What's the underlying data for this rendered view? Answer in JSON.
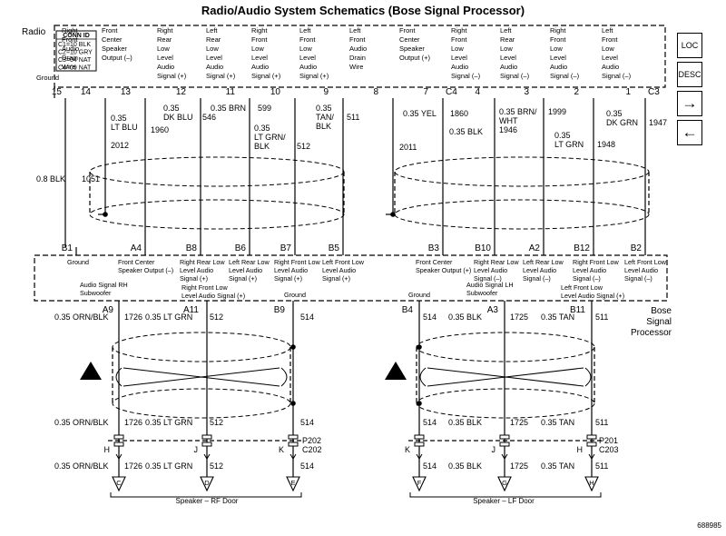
{
  "title": "Radio/Audio System Schematics (Bose Signal Processor)",
  "radio_label": "Radio",
  "conn_id": {
    "header": "CONN ID",
    "rows": [
      "C1=10 BLK",
      "C2=10 GRY",
      "C3=04 NAT",
      "C4=09 NAT"
    ]
  },
  "nav_buttons": [
    {
      "id": "loc",
      "label": "LOC"
    },
    {
      "id": "desc",
      "label": "DESC"
    },
    {
      "id": "next",
      "label": "→"
    },
    {
      "id": "prev",
      "label": "←"
    }
  ],
  "radio_pins": [
    {
      "num": "15",
      "desc": [
        "Ground"
      ]
    },
    {
      "num": "14",
      "desc": [
        "Right",
        "Front",
        "Audio",
        "Drain",
        "Wire"
      ]
    },
    {
      "num": "13",
      "desc": [
        "Front",
        "Center",
        "Speaker",
        "Output (–)"
      ]
    },
    {
      "num": "12",
      "desc": [
        "Right",
        "Rear",
        "Low",
        "Level",
        "Audio",
        "Signal (+)"
      ]
    },
    {
      "num": "11",
      "desc": [
        "Left",
        "Rear",
        "Low",
        "Level",
        "Audio",
        "Signal (+)"
      ]
    },
    {
      "num": "10",
      "desc": [
        "Right",
        "Front",
        "Low",
        "Level",
        "Audio",
        "Signal (+)"
      ]
    },
    {
      "num": "9",
      "desc": [
        "Left",
        "Front",
        "Low",
        "Level",
        "Audio",
        "Signal (+)"
      ]
    },
    {
      "num": "8",
      "desc": [
        "Left",
        "Front",
        "Audio",
        "Drain",
        "Wire"
      ]
    },
    {
      "num": "7",
      "conn": "C4",
      "desc": [
        "Front",
        "Center",
        "Speaker",
        "Output (+)"
      ]
    },
    {
      "num": "4",
      "desc": [
        "Right",
        "Front",
        "Low",
        "Level",
        "Audio",
        "Signal (–)"
      ]
    },
    {
      "num": "3",
      "desc": [
        "Left",
        "Rear",
        "Low",
        "Level",
        "Audio",
        "Signal (–)"
      ]
    },
    {
      "num": "2",
      "desc": [
        "Right",
        "Front",
        "Low",
        "Level",
        "Audio",
        "Signal (–)"
      ]
    },
    {
      "num": "1",
      "conn": "C3",
      "desc": [
        "Left",
        "Front",
        "Low",
        "Level",
        "Audio",
        "Signal (–)"
      ]
    }
  ],
  "upper_wires": [
    {
      "lines": [
        "0.8 BLK",
        "1051"
      ]
    },
    {
      "lines": [
        "0.35",
        "LT BLU",
        "2012"
      ]
    },
    {
      "lines": [
        "1960"
      ]
    },
    {
      "lines": [
        "0.35",
        "DK BLU",
        "546"
      ]
    },
    {
      "lines": [
        "0.35 BRN",
        "599"
      ]
    },
    {
      "lines": [
        "0.35",
        "LT GRN/",
        "BLK",
        "512"
      ]
    },
    {
      "lines": [
        "0.35",
        "TAN/",
        "BLK",
        "511"
      ]
    },
    {
      "lines": [
        "2011"
      ]
    },
    {
      "lines": [
        "0.35 YEL",
        "1860"
      ]
    },
    {
      "lines": [
        "0.35 BLK",
        "1946"
      ]
    },
    {
      "lines": [
        "0.35 BRN/",
        "WHT",
        "1999"
      ]
    },
    {
      "lines": [
        "0.35",
        "LT GRN",
        "1948"
      ]
    },
    {
      "lines": [
        "0.35",
        "DK GRN",
        "1947"
      ]
    }
  ],
  "bsp_top_pins": [
    {
      "pin": "B1",
      "desc": [
        "Ground"
      ]
    },
    {
      "pin": "A4",
      "desc": [
        "Front Center",
        "Speaker Output (–)"
      ]
    },
    {
      "pin": "B8",
      "desc": [
        "Right Rear Low",
        "Level Audio",
        "Signal (+)"
      ]
    },
    {
      "pin": "B6",
      "desc": [
        "Left Rear Low",
        "Level Audio",
        "Signal (+)"
      ]
    },
    {
      "pin": "B7",
      "desc": [
        "Right Front Low",
        "Level Audio",
        "Signal (+)"
      ]
    },
    {
      "pin": "B5",
      "desc": [
        "Left Front Low",
        "Level Audio",
        "Signal (+)"
      ]
    },
    {
      "pin": "B3",
      "desc": [
        "Front Center",
        "Speaker Output (+)"
      ]
    },
    {
      "pin": "B10",
      "desc": [
        "Right Rear Low",
        "Level Audio",
        "Signal (–)"
      ]
    },
    {
      "pin": "A2",
      "desc": [
        "Left Rear Low",
        "Level Audio",
        "Signal (–)"
      ]
    },
    {
      "pin": "B12",
      "desc": [
        "Right Front Low",
        "Level Audio",
        "Signal (–)"
      ]
    },
    {
      "pin": "B2",
      "desc": [
        "Left Front Low",
        "Level Audio",
        "Signal (–)"
      ]
    }
  ],
  "bsp_bottom_pins": [
    {
      "pin": "A9",
      "desc": [
        "Audio Signal RH",
        "Subwoofer"
      ]
    },
    {
      "pin": "A11",
      "desc": [
        "Right Front Low",
        "Level Audio Signal (+)"
      ]
    },
    {
      "pin": "B9",
      "desc": [
        "Ground"
      ]
    },
    {
      "pin": "B4",
      "desc": [
        "Ground"
      ]
    },
    {
      "pin": "A3",
      "desc": [
        "Audio Signal LH",
        "Subwoofer"
      ]
    },
    {
      "pin": "B11",
      "desc": [
        "Left Front Low",
        "Level Audio Signal (+)"
      ]
    }
  ],
  "bsp_label": [
    "Bose",
    "Signal",
    "Processor"
  ],
  "rf_wires": [
    {
      "color": "0.35 ORN/BLK",
      "circuit": "1726"
    },
    {
      "color": "0.35 LT GRN",
      "circuit": "512"
    },
    {
      "color": "",
      "circuit": "514"
    }
  ],
  "lf_wires": [
    {
      "color": "",
      "circuit": "514"
    },
    {
      "color": "0.35 BLK",
      "circuit": "1725"
    },
    {
      "color": "0.35 TAN",
      "circuit": "511"
    }
  ],
  "rf_connector": {
    "pins": [
      "H",
      "J",
      "K"
    ],
    "names": [
      "P202",
      "C202"
    ]
  },
  "lf_connector": {
    "pins": [
      "K",
      "J",
      "H"
    ],
    "names": [
      "P201",
      "C203"
    ]
  },
  "rf_speaker_pins": [
    "C",
    "D",
    "E"
  ],
  "lf_speaker_pins": [
    "F",
    "G",
    "H"
  ],
  "speaker_rf": "Speaker – RF Door",
  "speaker_lf": "Speaker – LF Door",
  "warning_icon": "warning-triangle-icon",
  "figure_id": "688985"
}
